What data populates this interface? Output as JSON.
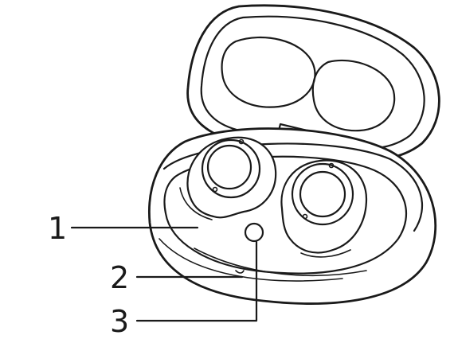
{
  "callouts": [
    {
      "number": "1",
      "part": "charging-case-body"
    },
    {
      "number": "2",
      "part": "charging-indicator-light"
    },
    {
      "number": "3",
      "part": "function-button"
    }
  ],
  "icons": [
    "charging-case",
    "earbud-left",
    "earbud-right"
  ],
  "colors": {
    "line": "#1a1a1a",
    "background": "#ffffff"
  }
}
